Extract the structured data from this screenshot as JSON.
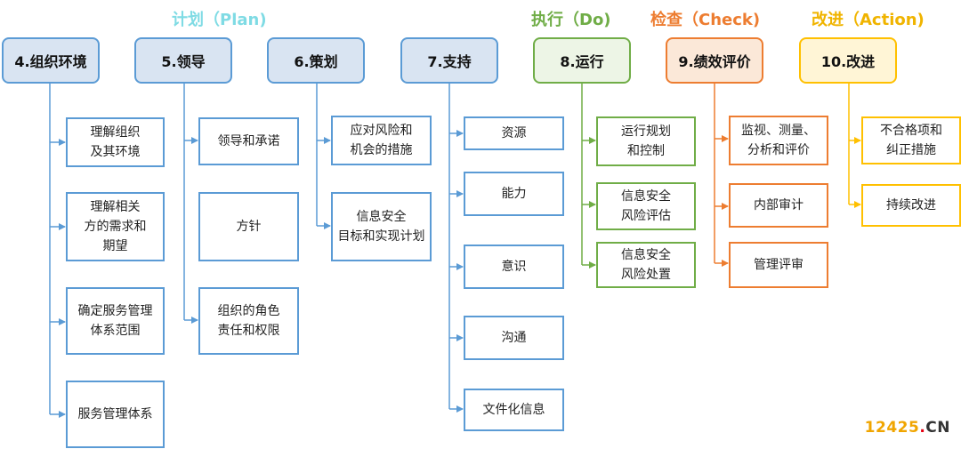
{
  "phases": {
    "plan": {
      "label": "计划（Plan)",
      "color": "#7fdbe4"
    },
    "do": {
      "label": "执行（Do)",
      "color": "#70ad47"
    },
    "check": {
      "label": "检查（Check)",
      "color": "#ed7d31"
    },
    "action": {
      "label": "改进（Action)",
      "color": "#f0b400"
    }
  },
  "clauses": [
    {
      "title": "4.组织环境",
      "items": [
        "理解组织\n及其环境",
        "理解相关\n方的需求和\n期望",
        "确定服务管理\n体系范围",
        "服务管理体系"
      ]
    },
    {
      "title": "5.领导",
      "items": [
        "领导和承诺",
        "方针",
        "组织的角色\n责任和权限"
      ]
    },
    {
      "title": "6.策划",
      "items": [
        "应对风险和\n机会的措施",
        "信息安全\n目标和实现计划"
      ]
    },
    {
      "title": "7.支持",
      "items": [
        "资源",
        "能力",
        "意识",
        "沟通",
        "文件化信息"
      ]
    },
    {
      "title": "8.运行",
      "items": [
        "运行规划\n和控制",
        "信息安全\n风险评估",
        "信息安全\n风险处置"
      ]
    },
    {
      "title": "9.绩效评价",
      "items": [
        "监视、测量、\n分析和评价",
        "内部审计",
        "管理评审"
      ]
    },
    {
      "title": "10.改进",
      "items": [
        "不合格项和\n纠正措施",
        "持续改进"
      ]
    }
  ],
  "watermark": {
    "num": "12425",
    "dot": ".",
    "cn": "CN"
  },
  "colors": {
    "blue": "#5b9bd5",
    "green": "#70ad47",
    "orange": "#ed7d31",
    "yellow": "#ffc000"
  }
}
